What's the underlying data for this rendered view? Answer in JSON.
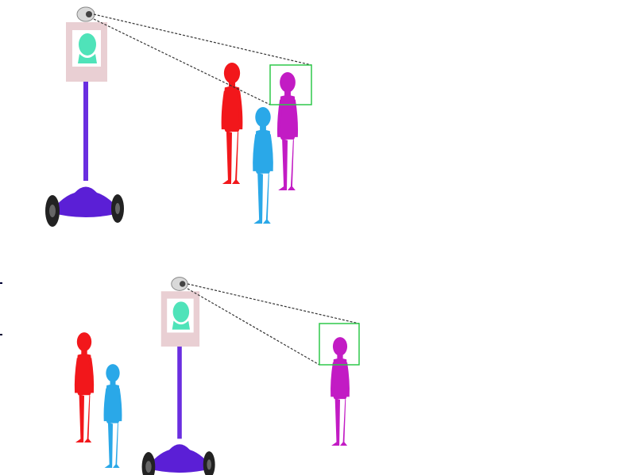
{
  "scenes": [
    {
      "id": "top",
      "robot": {
        "base_color": "#5b1fd6",
        "pole_color": "#6a2ee0",
        "frame_color": "#e9cfd3",
        "face_color": "#4fe3b9"
      },
      "people": [
        {
          "name": "red-person",
          "color": "#f2171b"
        },
        {
          "name": "blue-person",
          "color": "#2aa8e8"
        },
        {
          "name": "magenta-person",
          "color": "#c21bc4"
        }
      ],
      "detection_box_color": "#2ec84a",
      "view_line_color": "#333333"
    },
    {
      "id": "bottom",
      "robot": {
        "base_color": "#5b1fd6",
        "pole_color": "#6a2ee0",
        "frame_color": "#e9cfd3",
        "face_color": "#4fe3b9"
      },
      "people": [
        {
          "name": "red-person",
          "color": "#f2171b"
        },
        {
          "name": "blue-person",
          "color": "#2aa8e8"
        },
        {
          "name": "magenta-person",
          "color": "#c21bc4"
        }
      ],
      "detection_box_color": "#2ec84a",
      "view_line_color": "#333333"
    }
  ]
}
